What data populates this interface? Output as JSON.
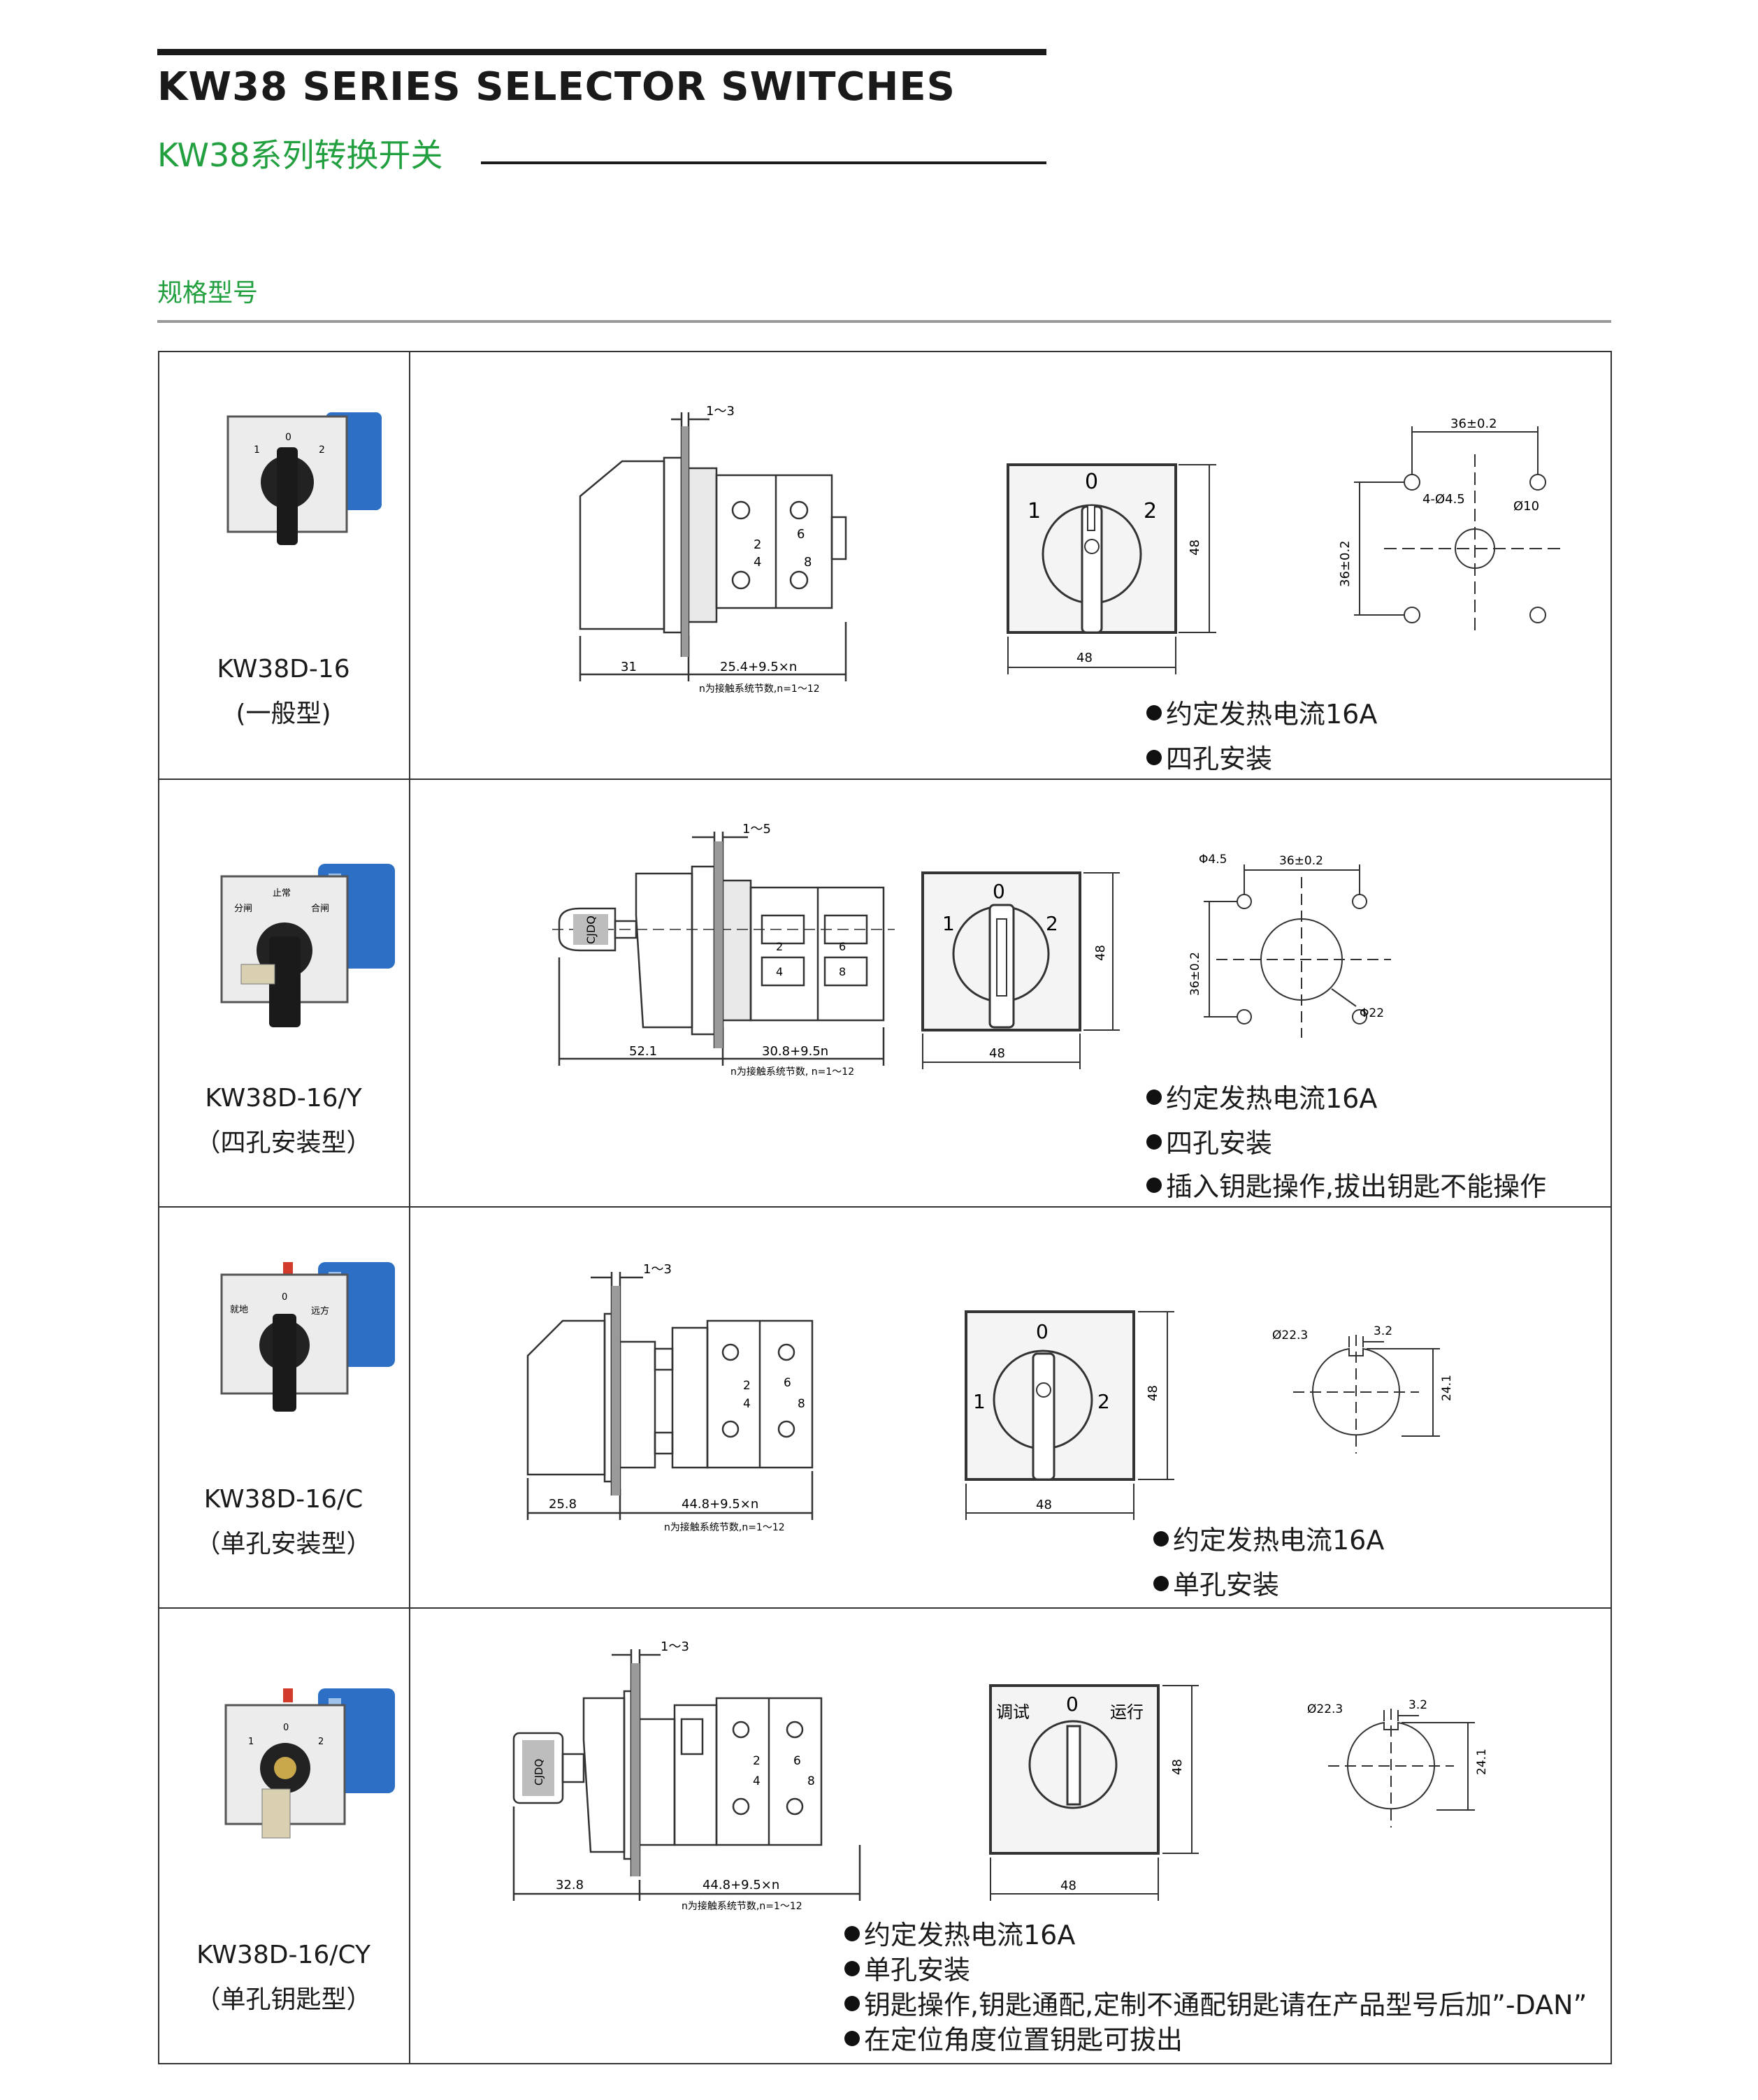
{
  "header": {
    "title_en": "KW38 SERIES SELECTOR SWITCHES",
    "title_cn": "KW38系列转换开关",
    "section": "规格型号"
  },
  "rows": [
    {
      "model": "KW38D-16",
      "type": "(一般型)",
      "photo_labels": [
        "1",
        "0",
        "2"
      ],
      "specs": [
        "约定发热电流16A",
        "四孔安装"
      ],
      "dims": {
        "gap": "1～3",
        "front_len": "31",
        "body_len": "25.4+9.5×n",
        "note": "n为接触系统节数,n=1～12",
        "face_w": "48",
        "face_h": "48",
        "pos_0": "0",
        "pos_1": "1",
        "pos_2": "2",
        "hole_pitch_x": "36±0.2",
        "hole_pitch_y": "36±0.2",
        "holes": "4-Ø4.5",
        "center_hole": "Ø10",
        "terminals": [
          "2",
          "6",
          "4",
          "8"
        ]
      }
    },
    {
      "model": "KW38D-16/Y",
      "type": "（四孔安装型）",
      "photo_labels": [
        "分闸",
        "止常",
        "合闸"
      ],
      "specs": [
        "约定发热电流16A",
        "四孔安装",
        "插入钥匙操作,拔出钥匙不能操作"
      ],
      "dims": {
        "gap": "1～5",
        "front_len": "52.1",
        "body_len": "30.8+9.5n",
        "note": "n为接触系统节数, n=1～12",
        "face_w": "48",
        "face_h": "48",
        "pos_0": "0",
        "pos_1": "1",
        "pos_2": "2",
        "key_text": "CJDQ",
        "hole_dia": "Φ4.5",
        "hole_pitch_x": "36±0.2",
        "hole_pitch_y": "36±0.2",
        "center_hole": "Φ22",
        "terminals": [
          "2",
          "6",
          "4",
          "8"
        ]
      }
    },
    {
      "model": "KW38D-16/C",
      "type": "（单孔安装型）",
      "photo_labels": [
        "就地",
        "0",
        "远方"
      ],
      "specs": [
        "约定发热电流16A",
        "单孔安装"
      ],
      "dims": {
        "gap": "1～3",
        "front_len": "25.8",
        "body_len": "44.8+9.5×n",
        "note": "n为接触系统节数,n=1～12",
        "face_w": "48",
        "face_h": "48",
        "pos_0": "0",
        "pos_1": "1",
        "pos_2": "2",
        "hole_dia": "Ø22.3",
        "key_w": "3.2",
        "flat": "24.1",
        "terminals": [
          "2",
          "6",
          "4",
          "8"
        ]
      }
    },
    {
      "model": "KW38D-16/CY",
      "type": "（单孔钥匙型）",
      "photo_labels": [
        "1",
        "0",
        "2"
      ],
      "specs": [
        "约定发热电流16A",
        "单孔安装",
        "钥匙操作,钥匙通配,定制不通配钥匙请在产品型号后加”-DAN”",
        "在定位角度位置钥匙可拔出"
      ],
      "dims": {
        "gap": "1～3",
        "front_len": "32.8",
        "body_len": "44.8+9.5×n",
        "note": "n为接触系统节数,n=1～12",
        "face_w": "48",
        "face_h": "48",
        "pos_left": "调试",
        "pos_0": "0",
        "pos_right": "运行",
        "key_text": "CJDQ",
        "hole_dia": "Ø22.3",
        "key_w": "3.2",
        "flat": "24.1",
        "terminals": [
          "2",
          "6",
          "4",
          "8"
        ]
      }
    }
  ]
}
